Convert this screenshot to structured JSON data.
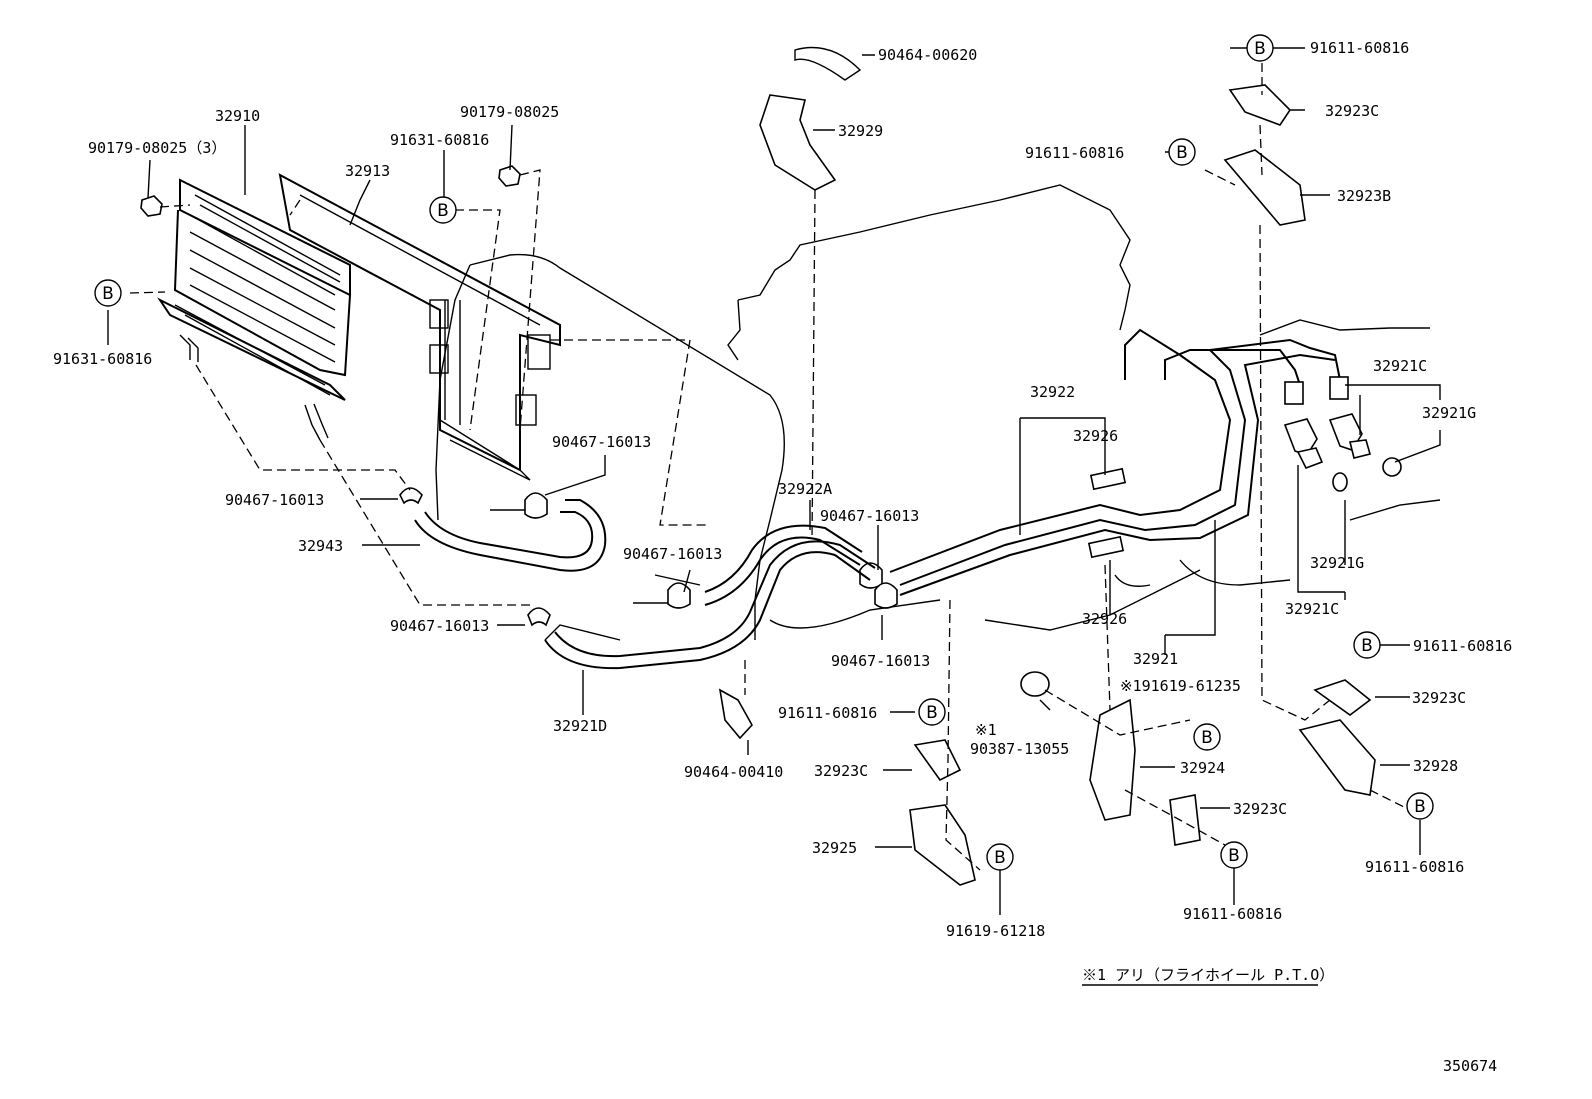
{
  "drawing_id": "350674",
  "footnote": "※1 アリ（フライホイール P.T.O）",
  "bolt_symbol": "B",
  "labels": {
    "p90464_00620": "90464-00620",
    "p32929": "32929",
    "p32910": "32910",
    "p90179_08025_3": "90179-08025（3）",
    "p32913": "32913",
    "p91631_60816_top": "91631-60816",
    "p90179_08025": "90179-08025",
    "p91631_60816_left": "91631-60816",
    "p90467_16013_a": "90467-16013",
    "p90467_16013_b": "90467-16013",
    "p90467_16013_c": "90467-16013",
    "p90467_16013_d": "90467-16013",
    "p90467_16013_e": "90467-16013",
    "p90467_16013_f": "90467-16013",
    "p32943": "32943",
    "p32922A": "32922A",
    "p32921D": "32921D",
    "p90464_00410": "90464-00410",
    "p91611_60816_mid": "91611-60816",
    "p32923C_mid": "32923C",
    "p32925": "32925",
    "p91619_61218": "91619-61218",
    "p32922": "32922",
    "p32926_top": "32926",
    "p32926_bot": "32926",
    "p32921": "32921",
    "p91619_61235": "※191619-61235",
    "note1": "※1",
    "p90387_13055": "90387-13055",
    "p32924": "32924",
    "p32923C_low": "32923C",
    "p91611_60816_low": "91611-60816",
    "p91611_60816_tr": "91611-60816",
    "p32923C_tr": "32923C",
    "p91611_60816_tr2": "91611-60816",
    "p32923B": "32923B",
    "p32921C_top": "32921C",
    "p32921G_top": "32921G",
    "p32921G_bot": "32921G",
    "p32921C_bot": "32921C",
    "p91611_60816_r": "91611-60816",
    "p32923C_r": "32923C",
    "p32928": "32928",
    "p91611_60816_br": "91611-60816"
  }
}
